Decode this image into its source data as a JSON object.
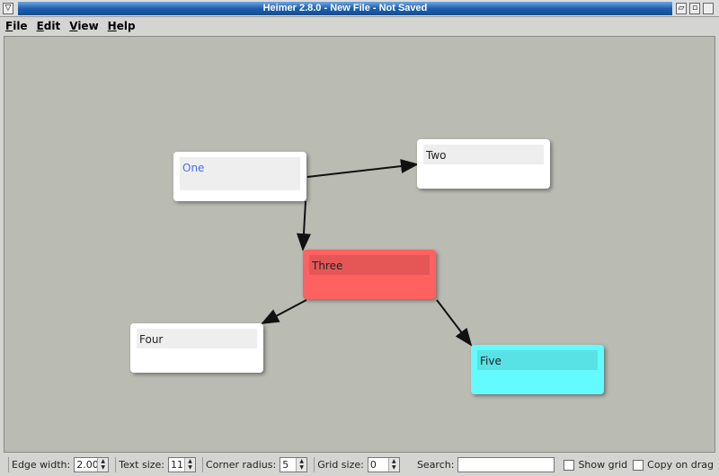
{
  "window": {
    "title": "Heimer 2.8.0 - New File - Not Saved"
  },
  "menu": [
    "File",
    "Edit",
    "View",
    "Help"
  ],
  "nodes": [
    {
      "text": "One",
      "bg": "#ffffff",
      "textbox": "#eeeeee",
      "color": "#4a6cf0"
    },
    {
      "text": "Two",
      "bg": "#ffffff",
      "textbox": "#eeeeee",
      "color": "#222222"
    },
    {
      "text": "Three",
      "bg": "#ff6161",
      "textbox": "#e55757",
      "color": "#222222"
    },
    {
      "text": "Four",
      "bg": "#ffffff",
      "textbox": "#eeeeee",
      "color": "#222222"
    },
    {
      "text": "Five",
      "bg": "#63fbff",
      "textbox": "#59e2e6",
      "color": "#222222"
    }
  ],
  "edges": [
    [
      "One",
      "Two"
    ],
    [
      "One",
      "Three"
    ],
    [
      "Three",
      "Four"
    ],
    [
      "Three",
      "Five"
    ]
  ],
  "toolbar": {
    "edge_width_label": "Edge width:",
    "edge_width": "2.00",
    "text_size_label": "Text size:",
    "text_size": "11",
    "corner_radius_label": "Corner radius:",
    "corner_radius": "5",
    "grid_size_label": "Grid size:",
    "grid_size": "0",
    "search_label": "Search:",
    "search_value": "",
    "show_grid_label": "Show grid",
    "copy_on_drag_label": "Copy on drag"
  }
}
